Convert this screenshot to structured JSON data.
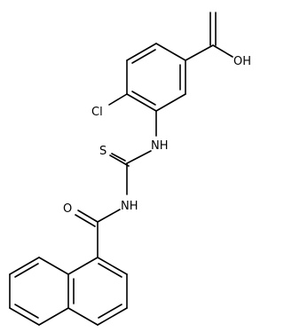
{
  "molecule": {
    "atoms": [
      {
        "id": "oh",
        "label": "OH"
      },
      {
        "id": "cl",
        "label": "Cl"
      },
      {
        "id": "nh-aryl",
        "label": "NH"
      },
      {
        "id": "s",
        "label": "S"
      },
      {
        "id": "nh-acyl",
        "label": "NH"
      },
      {
        "id": "o",
        "label": "O"
      }
    ],
    "colors": {
      "bond": "#000000",
      "label": "#000000",
      "background": "#ffffff"
    }
  }
}
